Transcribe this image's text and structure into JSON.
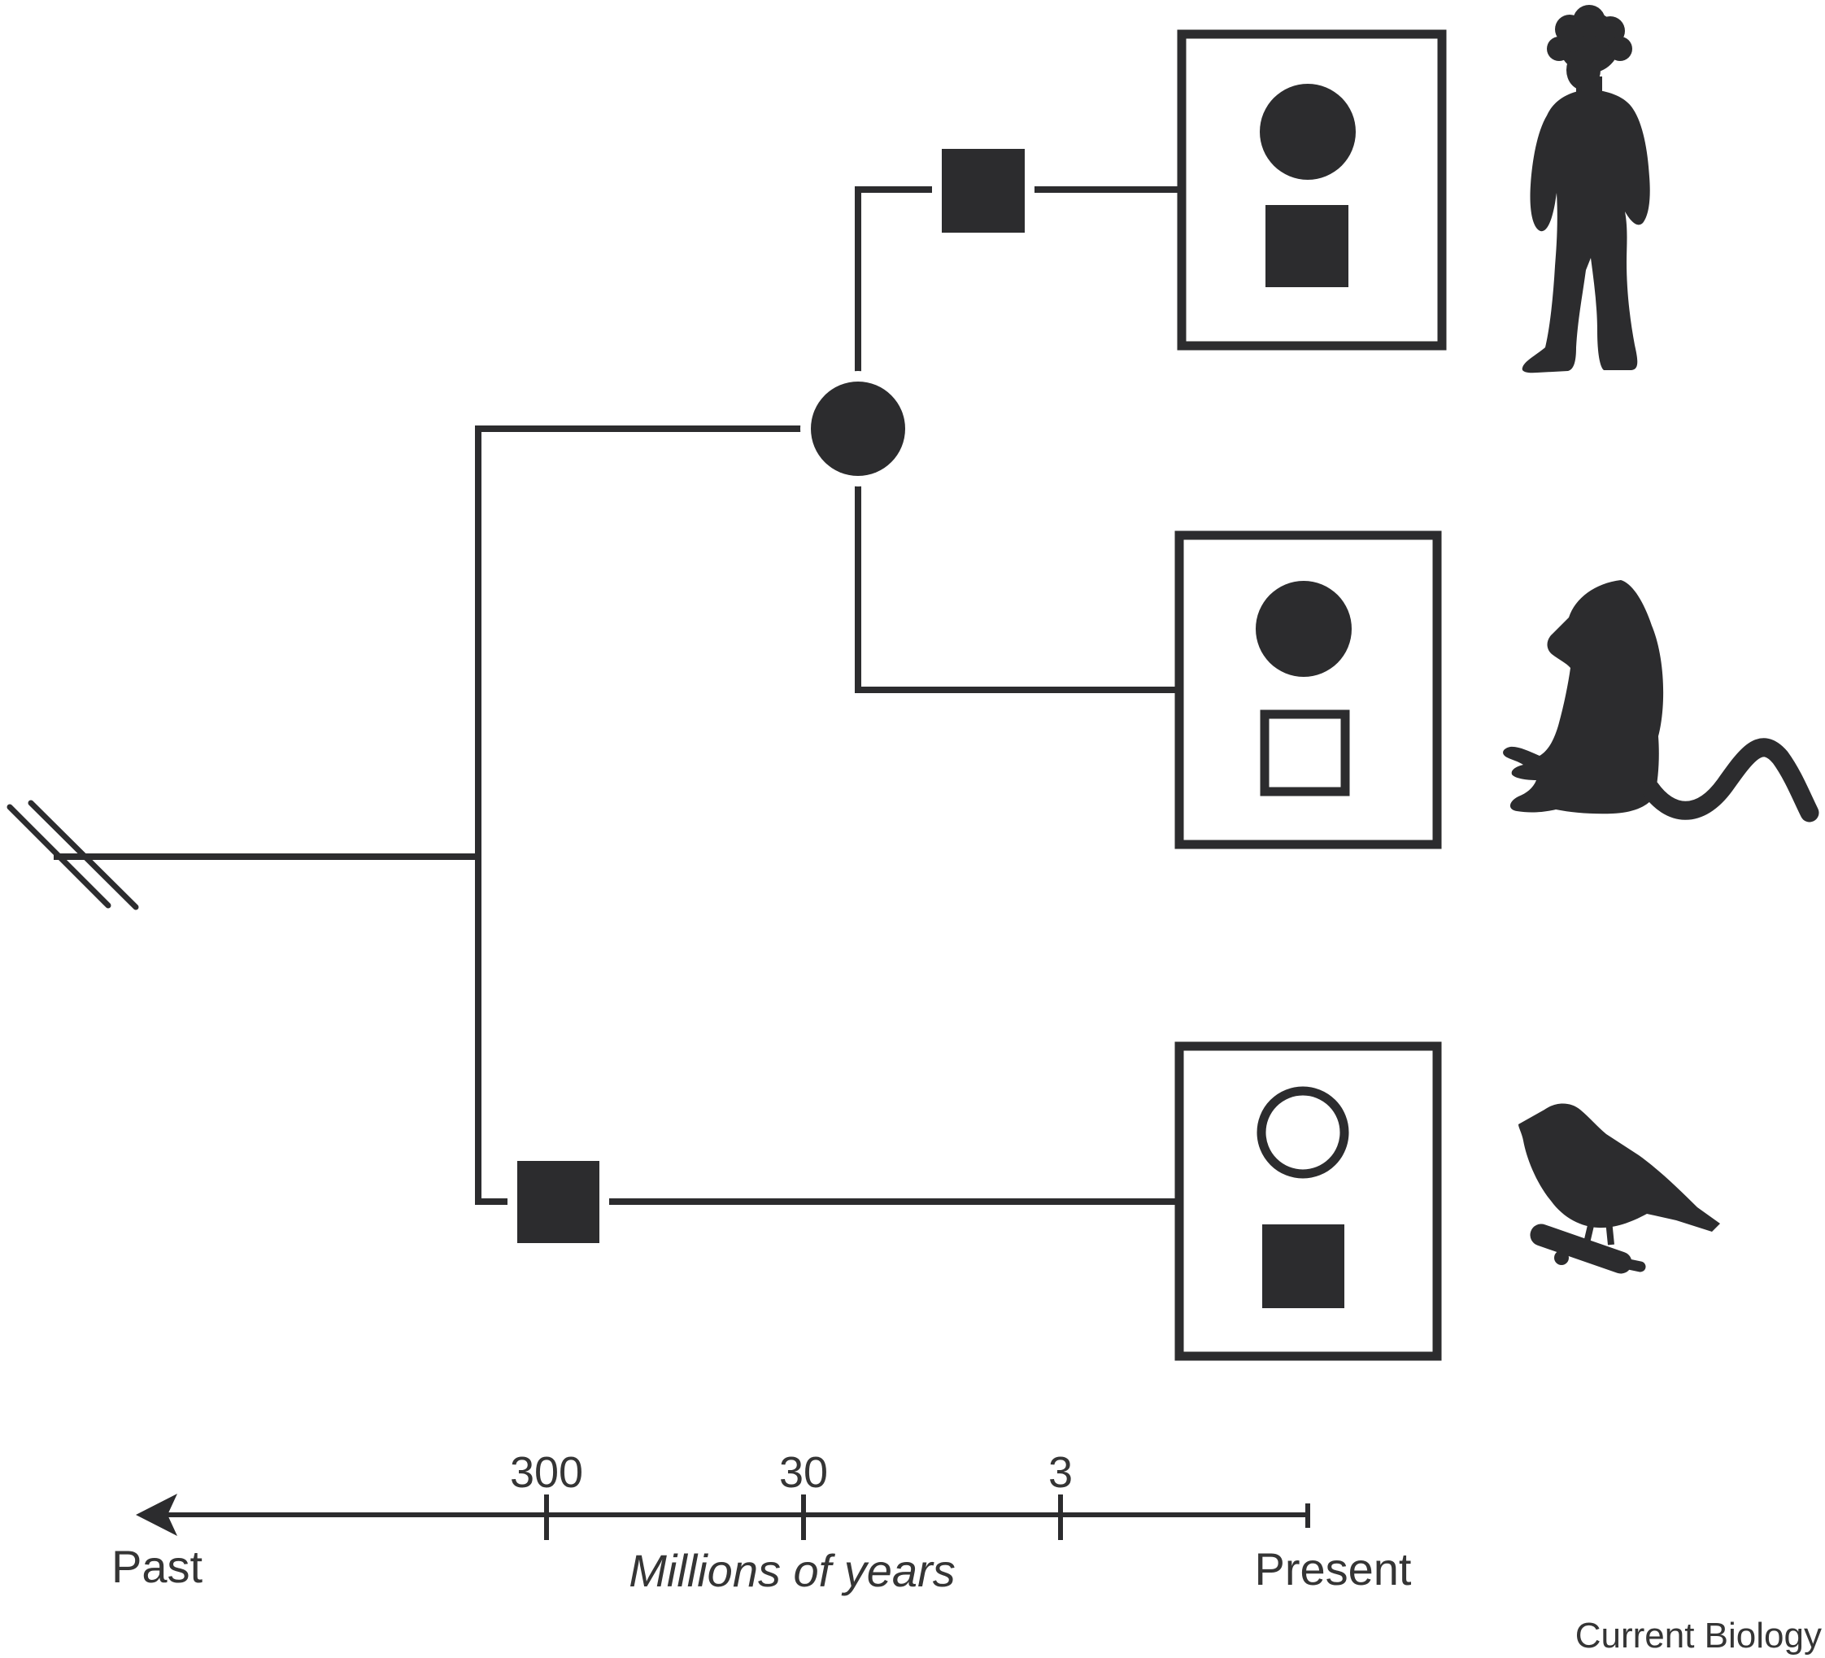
{
  "figure": {
    "journal_label": "Current Biology",
    "ink_color": "#2c2c2e",
    "background_color": "#ffffff",
    "description": "Phylogenetic tree diagram with trait-state boxes (circle and square characters) for three taxa and a broken-axis timeline"
  },
  "timeline": {
    "direction_left_label": "Past",
    "axis_title": "Millions of years",
    "direction_right_label": "Present",
    "ticks": [
      {
        "label": "300"
      },
      {
        "label": "30"
      },
      {
        "label": "3"
      }
    ]
  },
  "tree": {
    "root": "ancestral-lineage-with-axis-break",
    "internal_markers": [
      {
        "id": "human-monkey-ancestor-node",
        "shape": "filled-circle"
      },
      {
        "id": "human-branch-marker",
        "shape": "filled-square"
      },
      {
        "id": "bird-branch-marker",
        "shape": "filled-square"
      }
    ],
    "taxa": [
      {
        "id": "human",
        "silhouette": "human-silhouette",
        "trait_circle": "filled",
        "trait_square": "filled"
      },
      {
        "id": "monkey",
        "silhouette": "monkey-silhouette",
        "trait_circle": "filled",
        "trait_square": "open"
      },
      {
        "id": "bird",
        "silhouette": "bird-silhouette",
        "trait_circle": "open",
        "trait_square": "filled"
      }
    ]
  }
}
